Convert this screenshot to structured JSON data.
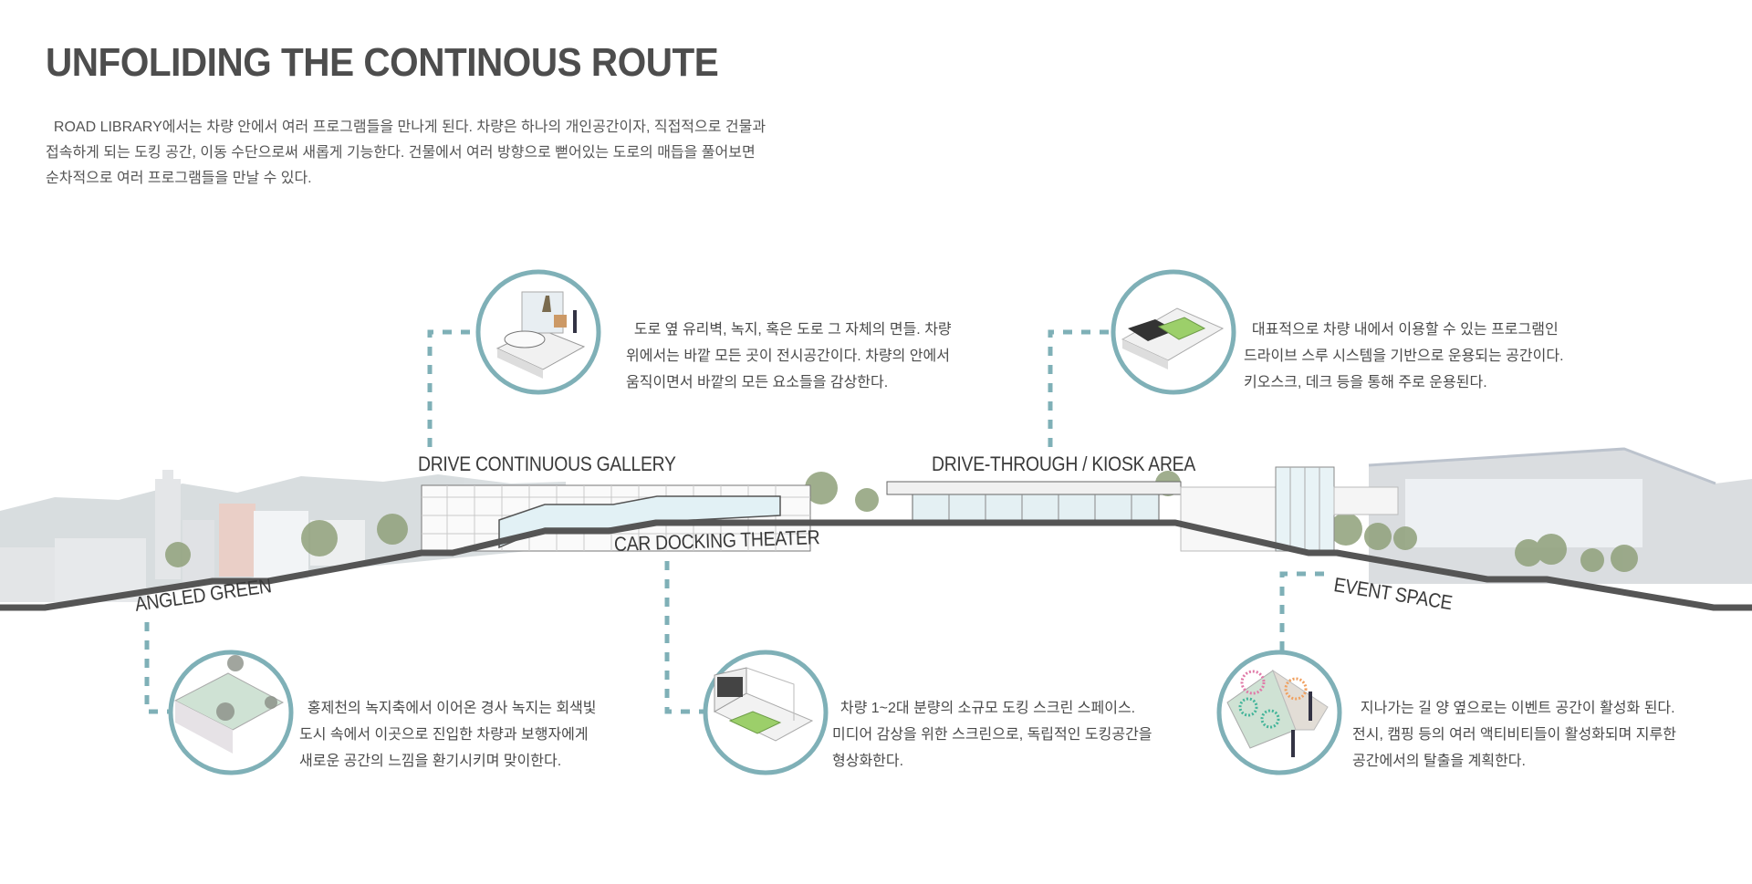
{
  "title": "UNFOLIDING THE CONTINOUS ROUTE",
  "intro": {
    "lines": [
      "  ROAD LIBRARY에서는 차량 안에서 여러 프로그램들을 만나게 된다. 차량은 하나의 개인공간이자, 직접적으로 건물과",
      "접속하게 되는 도킹 공간, 이동 수단으로써 새롭게 기능한다. 건물에서 여러 방향으로 뻗어있는 도로의 매듭을 풀어보면",
      "순차적으로 여러 프로그램들을 만날 수 있다."
    ]
  },
  "colors": {
    "accent": "#7fb0b7",
    "road": "#555555",
    "text": "#4a4a4a",
    "green_car": "#9ccf6a"
  },
  "sections": {
    "gallery": {
      "label": "DRIVE CONTINUOUS GALLERY",
      "icon": "gallery-car-exhibit-icon",
      "lines": [
        "  도로 옆 유리벽, 녹지, 혹은 도로 그 자체의 면들. 차량",
        "위에서는 바깥 모든 곳이 전시공간이다. 차량의 안에서",
        "움직이면서 바깥의 모든 요소들을 감상한다."
      ]
    },
    "kiosk": {
      "label": "DRIVE-THROUGH / KIOSK AREA",
      "icon": "drive-through-cars-icon",
      "lines": [
        "  대표적으로 차량 내에서 이용할 수 있는 프로그램인",
        "드라이브 스루 시스템을 기반으로 운용되는 공간이다.",
        "키오스크, 데크 등을 통해 주로 운용된다."
      ]
    },
    "green": {
      "label": "ANGLED GREEN",
      "icon": "sloped-green-trees-icon",
      "lines": [
        "  홍제천의 녹지축에서 이어온 경사 녹지는 회색빛",
        "도시 속에서 이곳으로 진입한 차량과 보행자에게",
        "새로운 공간의 느낌을 환기시키며 맞이한다."
      ]
    },
    "theater": {
      "label": "CAR DOCKING THEATER",
      "icon": "car-docking-screen-icon",
      "lines": [
        "  차량 1~2대 분량의 소규모 도킹 스크린 스페이스.",
        "미디어 감상을 위한 스크린으로, 독립적인 도킹공간을",
        "형상화한다."
      ]
    },
    "event": {
      "label": "EVENT SPACE",
      "icon": "event-fireworks-icon",
      "lines": [
        "  지나가는 길 양 옆으로는 이벤트 공간이 활성화 된다.",
        "전시, 캠핑 등의 여러 액티비티들이 활성화되며 지루한",
        "공간에서의 탈출을 계획한다."
      ]
    }
  }
}
